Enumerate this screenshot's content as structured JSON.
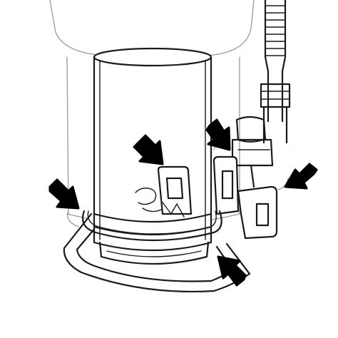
{
  "diagram": {
    "arrows": [
      {
        "id": "arrow-upper-center",
        "icon": "arrow-down-right-icon"
      },
      {
        "id": "arrow-upper-right",
        "icon": "arrow-down-right-icon"
      },
      {
        "id": "arrow-far-right",
        "icon": "arrow-down-left-icon"
      },
      {
        "id": "arrow-left",
        "icon": "arrow-down-right-icon"
      },
      {
        "id": "arrow-bottom-right",
        "icon": "arrow-up-left-icon"
      }
    ],
    "colors": {
      "line": "#1a1a1a",
      "ghost": "#9a9a9a",
      "arrow": "#000000",
      "background": "#ffffff"
    }
  }
}
